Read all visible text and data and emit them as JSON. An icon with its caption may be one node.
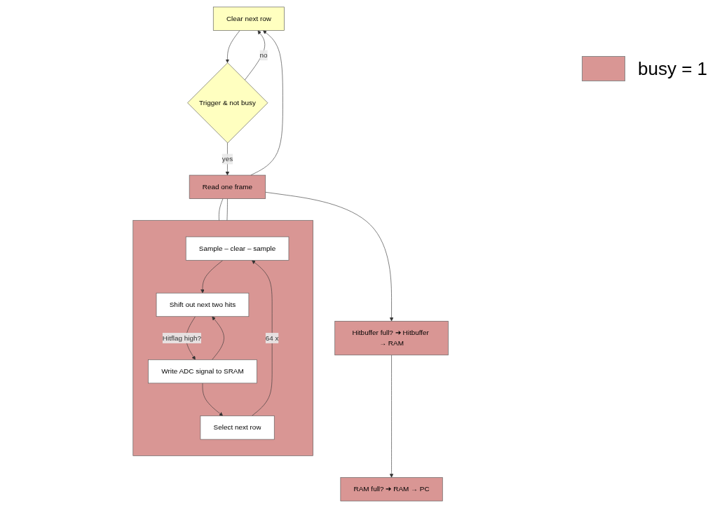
{
  "diagram": {
    "nodes": [
      {
        "text": [
          "Clear next row"
        ]
      },
      {
        "text": [
          "Trigger & not busy"
        ]
      },
      {
        "text": [
          "Read one frame"
        ]
      },
      {
        "text": [
          "Hitbuffer full? ➔ Hitbuffer → RAM"
        ]
      },
      {
        "text": [
          "RAM full? ➔ RAM → PC"
        ]
      },
      {
        "text": [],
        "shape": "box"
      },
      {
        "text": [
          "Sample – clear – sample"
        ],
        "in": 5
      },
      {
        "text": [
          "Shift out next two hits"
        ],
        "in": 5
      },
      {
        "text": [
          "Write ADC signal to SRAM"
        ],
        "in": 5
      },
      {
        "text": [
          "Select next row"
        ],
        "in": 5
      }
    ],
    "edges": [
      {
        "from": 0,
        "to": 1,
        "arrow": "to"
      },
      {
        "from": 1,
        "to": 0,
        "arrow": "to",
        "label": "no"
      },
      {
        "from": 1,
        "to": 2,
        "arrow": "to",
        "label": "yes"
      },
      {
        "from": 2,
        "to": 0,
        "arrow": "to"
      },
      {
        "from": 2,
        "to": 3,
        "arrow": "to"
      },
      {
        "from": 3,
        "to": 4,
        "arrow": "to"
      },
      {
        "from": 2,
        "to": 5,
        "arrow": "none"
      },
      {
        "from": 2,
        "to": 5,
        "arrow": "none"
      },
      {
        "from": 6,
        "to": 7,
        "arrow": "to"
      },
      {
        "from": 7,
        "to": 8,
        "arrow": "to",
        "label": "Hitflag high?"
      },
      {
        "from": 8,
        "to": 7,
        "arrow": "to"
      },
      {
        "from": 8,
        "to": 9,
        "arrow": "to"
      },
      {
        "from": 9,
        "to": 6,
        "arrow": "to",
        "label": "64 x"
      }
    ],
    "legend": [
      {
        "text": "busy = 1",
        "color": "#d99694"
      }
    ]
  }
}
